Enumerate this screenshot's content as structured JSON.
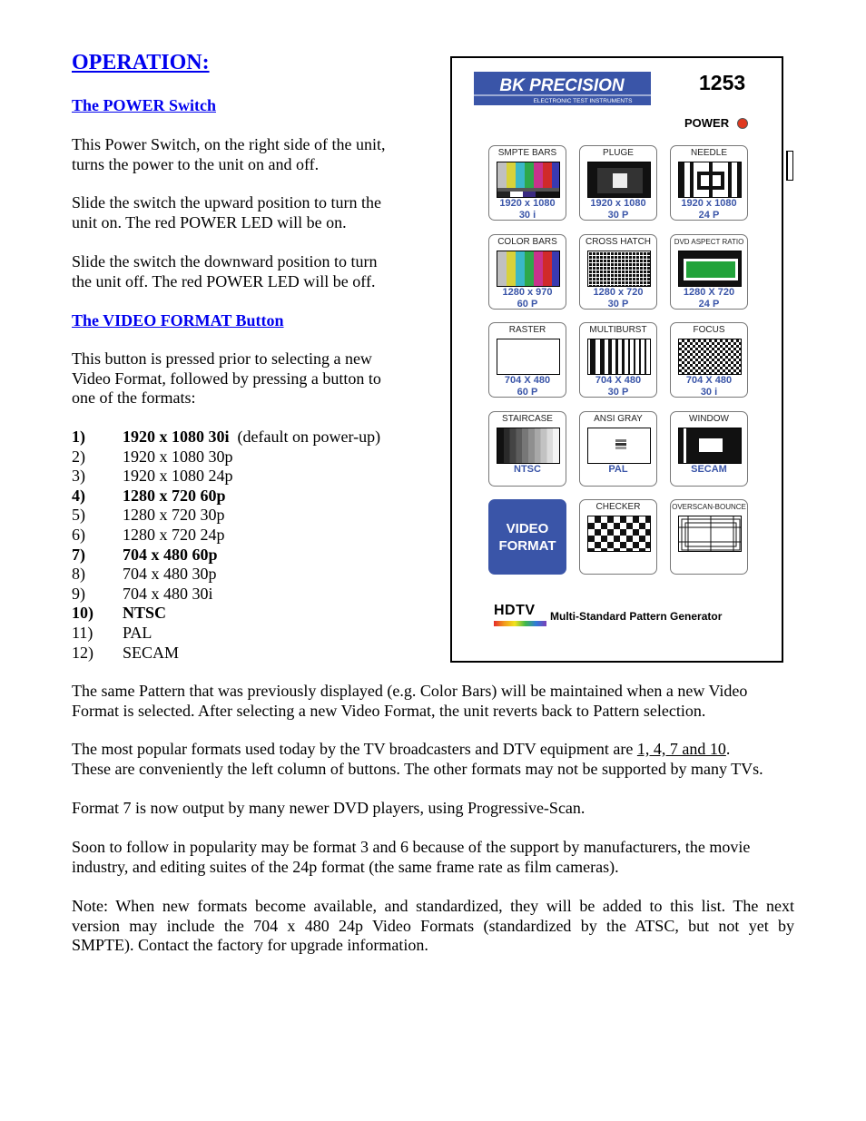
{
  "heading": "OPERATION:",
  "power_section": {
    "title": "The POWER Switch",
    "p1_line1": "This Power Switch, on the right side of the unit,",
    "p1_line2": "turns the power to the unit on and off.",
    "p2_line1": "Slide the switch the upward position to turn the",
    "p2_line2": "unit on. The red POWER LED will be on.",
    "p3_line1": "Slide the switch the downward position to turn",
    "p3_line2": "the unit off. The red POWER LED will be off."
  },
  "video_section": {
    "title": "The VIDEO FORMAT Button",
    "p1_line1": "This button is pressed prior to selecting a new",
    "p1_line2": "Video Format, followed by pressing a button to",
    "p1_line3": "one of the formats:"
  },
  "formats": [
    {
      "num": "1)",
      "text": "1920 x 1080 30i",
      "note": "(default on power-up)",
      "bold": true
    },
    {
      "num": "2)",
      "text": "1920 x 1080 30p",
      "note": "",
      "bold": false
    },
    {
      "num": "3)",
      "text": "1920 x 1080 24p",
      "note": "",
      "bold": false
    },
    {
      "num": "4)",
      "text": "1280 x 720 60p",
      "note": "",
      "bold": true
    },
    {
      "num": "5)",
      "text": "1280 x 720 30p",
      "note": "",
      "bold": false
    },
    {
      "num": "6)",
      "text": "1280 x 720 24p",
      "note": "",
      "bold": false
    },
    {
      "num": "7)",
      "text": "704 x 480 60p",
      "note": "",
      "bold": true
    },
    {
      "num": "8)",
      "text": "704 x 480 30p",
      "note": "",
      "bold": false
    },
    {
      "num": "9)",
      "text": "704 x 480 30i",
      "note": "",
      "bold": false
    },
    {
      "num": "10)",
      "text": "NTSC",
      "note": "",
      "bold": true
    },
    {
      "num": "11)",
      "text": "PAL",
      "note": "",
      "bold": false
    },
    {
      "num": "12)",
      "text": "SECAM",
      "note": "",
      "bold": false
    }
  ],
  "body": {
    "p1_line1": "The same Pattern that was previously displayed (e.g. Color Bars) will be maintained when a new Video",
    "p1_line2": "Format is selected. After selecting a new Video Format, the unit reverts back to Pattern selection.",
    "p2_line1_pre": "The most popular formats used today by the TV broadcasters and DTV equipment are ",
    "p2_line1_link": "1, 4, 7 and 10",
    "p2_line1_post": ".",
    "p2_line2": "These are conveniently the left column of buttons. The other formats may not be supported by many TVs.",
    "p3": "Format 7 is now output by many newer DVD players, using Progressive-Scan.",
    "p4_line1": "Soon to follow in popularity may be format 3 and 6 because of the support by manufacturers, the movie",
    "p4_line2": "industry, and editing suites of the 24p format (the same frame rate as film cameras).",
    "p5_line1": "Note: When new formats become available, and standardized, they will be added to this list. The next",
    "p5_line2": "version may include the 704 x 480 24p Video Formats (standardized by the ATSC, but not yet by",
    "p5_line3": "SMPTE). Contact the factory for upgrade information."
  },
  "device": {
    "logo_text": "BK PRECISION",
    "logo_sub": "ELECTRONIC TEST INSTRUMENTS",
    "model": "1253",
    "power_label": "POWER",
    "led_color": "#e0381f",
    "accent_color": "#3a55a8",
    "buttons": {
      "smpte": {
        "label": "SMPTE BARS",
        "f1": "1920 x 1080",
        "f2": "30 i"
      },
      "pluge": {
        "label": "PLUGE",
        "f1": "1920 x 1080",
        "f2": "30 P"
      },
      "needle": {
        "label": "NEEDLE",
        "f1": "1920 x 1080",
        "f2": "24 P"
      },
      "colorbars": {
        "label": "COLOR BARS",
        "f1": "1280 x 970",
        "f2": "60 P"
      },
      "crosshatch": {
        "label": "CROSS HATCH",
        "f1": "1280 x 720",
        "f2": "30 P"
      },
      "dvdaspect": {
        "label": "DVD ASPECT RATIO",
        "f1": "1280 X 720",
        "f2": "24 P"
      },
      "raster": {
        "label": "RASTER",
        "f1": "704 X 480",
        "f2": "60 P"
      },
      "multiburst": {
        "label": "MULTIBURST",
        "f1": "704 X 480",
        "f2": "30 P"
      },
      "focus": {
        "label": "FOCUS",
        "f1": "704 X 480",
        "f2": "30 i"
      },
      "staircase": {
        "label": "STAIRCASE",
        "f1": "NTSC"
      },
      "ansigray": {
        "label": "ANSI GRAY",
        "f1": "PAL"
      },
      "window": {
        "label": "WINDOW",
        "f1": "SECAM"
      },
      "videoformat": {
        "line1": "VIDEO",
        "line2": "FORMAT"
      },
      "checker": {
        "label": "CHECKER"
      },
      "overscan": {
        "label": "OVERSCAN-BOUNCE"
      }
    },
    "hdtv": "HDTV",
    "tagline": "Multi-Standard Pattern Generator"
  }
}
